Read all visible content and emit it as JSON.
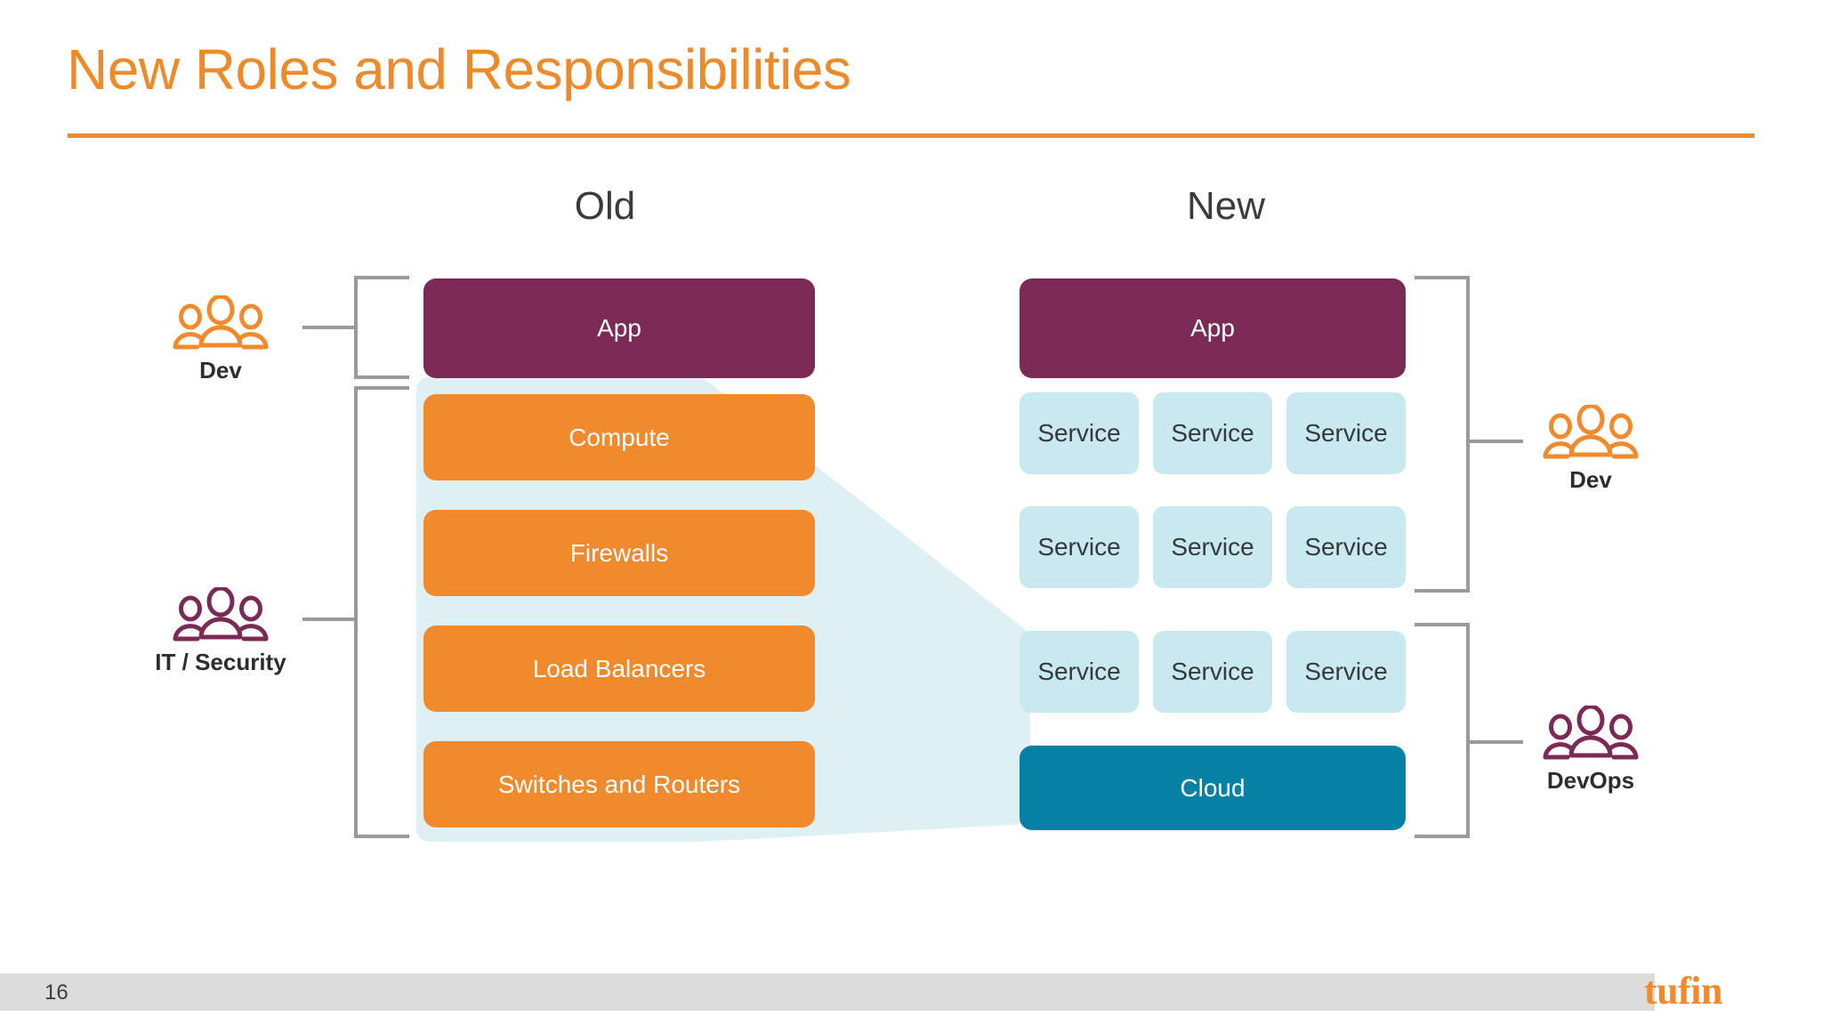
{
  "slide": {
    "title": "New Roles and Responsibilities",
    "page_number": "16",
    "brand": "tufin"
  },
  "colors": {
    "accent_orange": "#f08a2c",
    "title_orange": "#ed8b2b",
    "app_purple": "#7b2a55",
    "service_blue": "#c9e9f0",
    "cloud_teal": "#0481a4",
    "funnel_blue": "#dff0f5",
    "bracket_gray": "#9a9a9a",
    "footer_gray": "#dcdcdc",
    "icon_orange": "#f08a2c",
    "icon_purple": "#7b2a55"
  },
  "columns": {
    "old": {
      "header": "Old",
      "boxes": [
        {
          "label": "App",
          "kind": "app"
        },
        {
          "label": "Compute",
          "kind": "infra"
        },
        {
          "label": "Firewalls",
          "kind": "infra"
        },
        {
          "label": "Load Balancers",
          "kind": "infra"
        },
        {
          "label": "Switches and Routers",
          "kind": "infra"
        }
      ]
    },
    "new": {
      "header": "New",
      "app": "App",
      "services": [
        [
          "Service",
          "Service",
          "Service"
        ],
        [
          "Service",
          "Service",
          "Service"
        ],
        [
          "Service",
          "Service",
          "Service"
        ]
      ],
      "cloud": "Cloud"
    }
  },
  "roles": {
    "left": [
      {
        "label": "Dev",
        "icon": "people-group-icon",
        "color": "#f08a2c"
      },
      {
        "label": "IT / Security",
        "icon": "people-group-icon",
        "color": "#7b2a55"
      }
    ],
    "right": [
      {
        "label": "Dev",
        "icon": "people-group-icon",
        "color": "#f08a2c"
      },
      {
        "label": "DevOps",
        "icon": "people-group-icon",
        "color": "#7b2a55"
      }
    ]
  }
}
